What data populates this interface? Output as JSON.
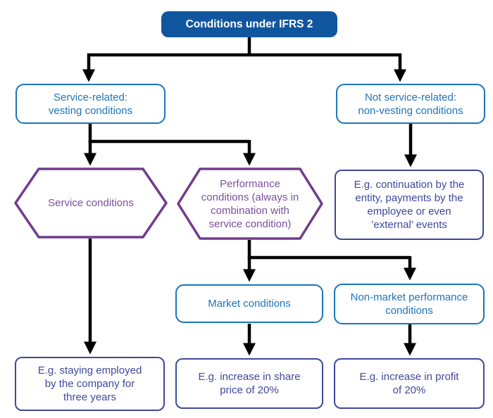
{
  "colors": {
    "bg": "#FFFFFF",
    "title_bg": "#10569F",
    "title_text": "#FFFFFF",
    "blue": "#1C75BC",
    "purple": "#733B8C",
    "purple_text": "#7B4F9E",
    "navy": "#3E499C",
    "arrow": "#000000"
  },
  "nodes": {
    "root": {
      "label": "Conditions under IFRS 2"
    },
    "service_related": {
      "label": "Service-related:\nvesting conditions"
    },
    "not_service_related": {
      "label": "Not service-related:\nnon-vesting conditions"
    },
    "service_conditions": {
      "label": "Service conditions"
    },
    "performance_conditions": {
      "label": "Performance\nconditions (always in\ncombination with\nservice condition)"
    },
    "non_vesting_example": {
      "label": "E.g. continuation by the\nentity, payments by the\nemployee or even\n’external’ events"
    },
    "market_conditions": {
      "label": "Market conditions"
    },
    "non_market_conditions": {
      "label": "Non-market performance\nconditions"
    },
    "service_example": {
      "label": "E.g. staying employed\nby the company for\nthree years"
    },
    "market_example": {
      "label": "E.g. increase in share\nprice of 20%"
    },
    "non_market_example": {
      "label": "E.g. increase in profit\nof 20%"
    }
  }
}
